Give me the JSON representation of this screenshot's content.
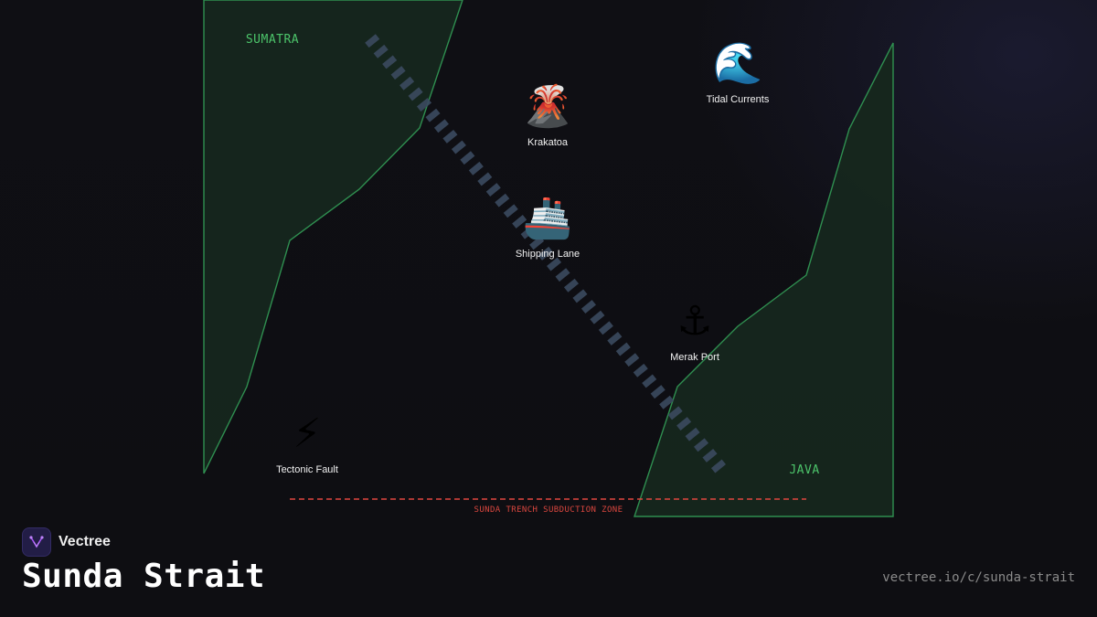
{
  "map": {
    "title": "Sunda Strait",
    "regions": {
      "sumatra": "SUMATRA",
      "java": "JAVA"
    },
    "trench_label": "SUNDA TRENCH SUBDUCTION ZONE",
    "markers": {
      "krakatoa": {
        "label": "Krakatoa",
        "icon": "volcano-icon",
        "glyph": "🌋"
      },
      "tidal": {
        "label": "Tidal Currents",
        "icon": "wave-icon",
        "glyph": "🌊"
      },
      "shipping": {
        "label": "Shipping Lane",
        "icon": "ship-icon",
        "glyph": "🚢"
      },
      "merak": {
        "label": "Merak Port",
        "icon": "anchor-icon",
        "glyph": "⚓"
      },
      "tectonic": {
        "label": "Tectonic Fault",
        "icon": "lightning-icon",
        "glyph": "⚡"
      }
    }
  },
  "brand": {
    "name": "Vectree",
    "url": "vectree.io/c/sunda-strait"
  },
  "colors": {
    "land_fill": "#16271d",
    "land_stroke": "#2f8f50",
    "region_label": "#4cc46a",
    "shipping_lane": "#3b4a5f",
    "trench": "#e0473f",
    "logo_accent": "#a855f7"
  }
}
